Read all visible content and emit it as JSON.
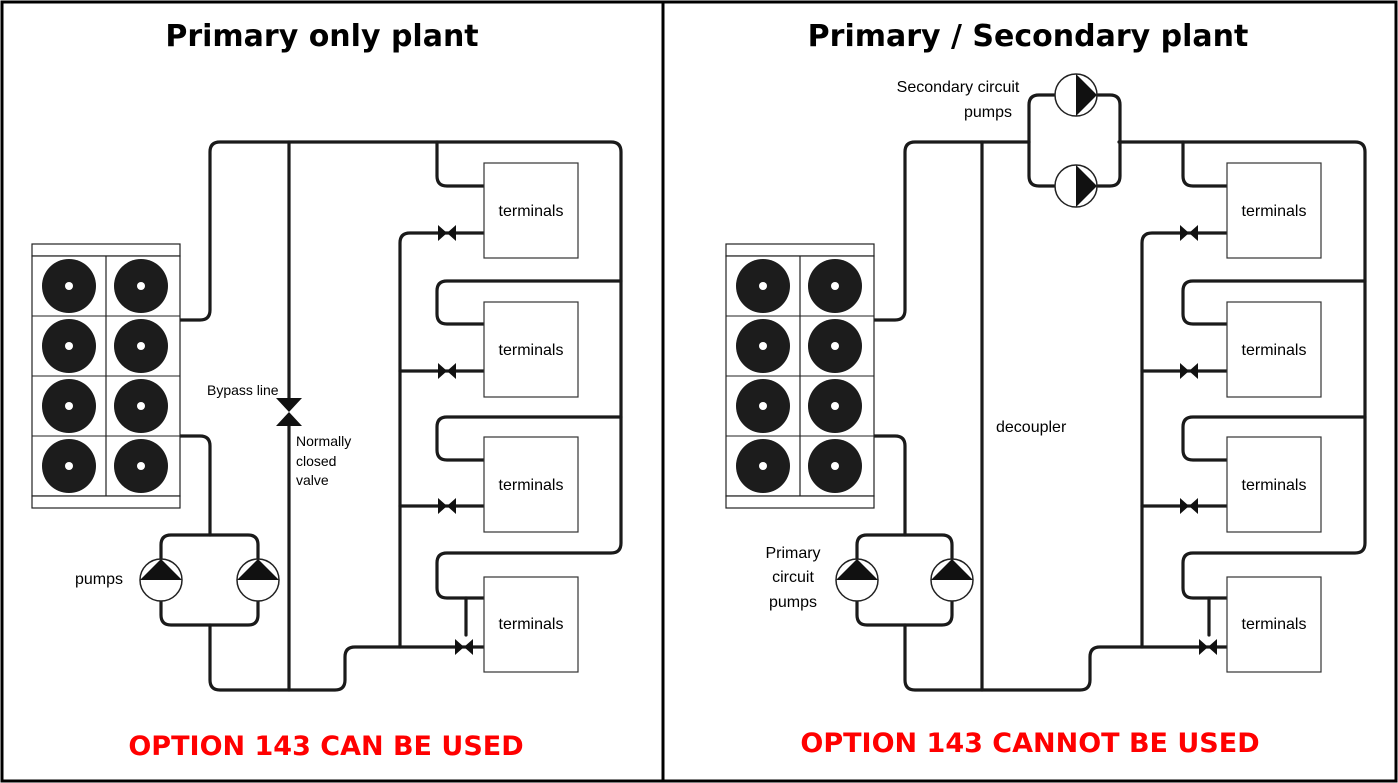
{
  "left_panel": {
    "title": "Primary only plant",
    "verdict": "OPTION 143 CAN BE USED",
    "labels": {
      "pumps": "pumps",
      "bypass": "Bypass line",
      "valve_line1": "Normally",
      "valve_line2": "closed",
      "valve_line3": "valve"
    },
    "terminals": [
      "terminals",
      "terminals",
      "terminals",
      "terminals"
    ]
  },
  "right_panel": {
    "title": "Primary / Secondary plant",
    "verdict": "OPTION 143 CANNOT BE USED",
    "labels": {
      "secondary_line1": "Secondary circuit",
      "secondary_line2": "pumps",
      "primary_line1": "Primary",
      "primary_line2": "circuit",
      "primary_line3": "pumps",
      "decoupler": "decoupler"
    },
    "terminals": [
      "terminals",
      "terminals",
      "terminals",
      "terminals"
    ]
  },
  "colors": {
    "verdict": "#ff0000",
    "pipe": "#1a1a1a",
    "frame": "#000000"
  },
  "icons": [
    "chiller-unit-icon",
    "fan-icon",
    "pump-icon",
    "valve-icon"
  ]
}
